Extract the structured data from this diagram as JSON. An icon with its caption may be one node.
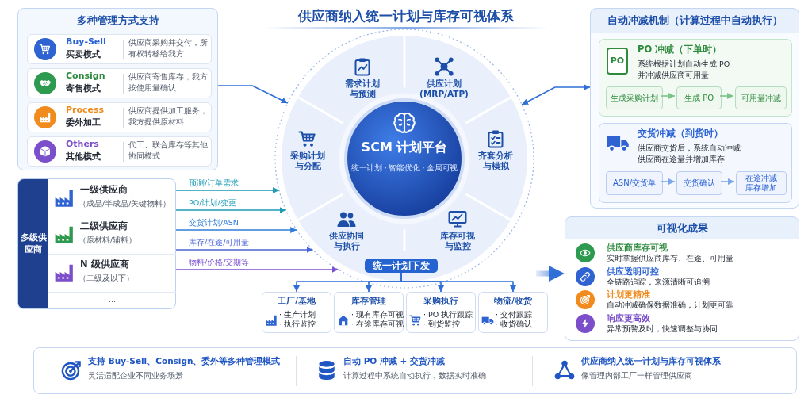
{
  "diagram": {
    "title": "供应商纳入统一计划与库存可视体系",
    "nodes": [
      {
        "text": [
          "多种管理方式支持"
        ]
      },
      {
        "text": [
          "Buy-Sell",
          "买卖模式",
          "供应商采购并交付，所有权转移给我方"
        ],
        "in": 0
      },
      {
        "text": [
          "Consign",
          "寄售模式",
          "供应商寄售库存，我方按使用量确认"
        ],
        "in": 0
      },
      {
        "text": [
          "Process",
          "委外加工",
          "供应商提供加工服务，我方提供原材料"
        ],
        "in": 0
      },
      {
        "text": [
          "Others",
          "其他模式",
          "代工、联合库存等其他协同模式"
        ],
        "in": 0
      },
      {
        "text": [
          "多级供应商"
        ]
      },
      {
        "text": [
          "一级供应商",
          "（成品/半成品/关键物料）"
        ],
        "in": 5
      },
      {
        "text": [
          "二级供应商",
          "（原材料/辅料）"
        ],
        "in": 5
      },
      {
        "text": [
          "N 级供应商",
          "（二级及以下）"
        ],
        "in": 5
      },
      {
        "text": [
          "..."
        ],
        "in": 5
      },
      {
        "text": [],
        "shape": "circle"
      },
      {
        "text": [
          "需求计划与预测"
        ],
        "in": 10
      },
      {
        "text": [
          "供应计划(MRP/ATP)"
        ],
        "in": 10
      },
      {
        "text": [
          "采购计划与分配"
        ],
        "in": 10
      },
      {
        "text": [
          "SCM 计划平台",
          "统一计划 · 智能优化 · 全局可视"
        ],
        "in": 10
      },
      {
        "text": [
          "齐套分析与模拟"
        ],
        "in": 10
      },
      {
        "text": [
          "供应协同与执行"
        ],
        "in": 10
      },
      {
        "text": [
          "库存可视与监控"
        ],
        "in": 10
      },
      {
        "text": [
          "统一计划下发"
        ],
        "in": 10
      },
      {
        "text": [
          "工厂/基地",
          "· 生产计划",
          "· 执行监控"
        ]
      },
      {
        "text": [
          "库存管理",
          "· 现有库存可视",
          "· 在途库存可视"
        ]
      },
      {
        "text": [
          "采购执行",
          "· PO 执行跟踪",
          "· 到货监控"
        ]
      },
      {
        "text": [
          "物流/收货",
          "· 交付跟踪",
          "· 收货确认"
        ]
      },
      {
        "text": [
          "自动冲减机制（计算过程中自动执行）"
        ]
      },
      {
        "text": [
          "PO 冲减（下单时）",
          "系统根据计划自动生成 PO并冲减供应商可用量"
        ],
        "in": 23
      },
      {
        "text": [
          "PO"
        ],
        "in": 24
      },
      {
        "text": [
          "生成采购计划"
        ],
        "in": 24
      },
      {
        "text": [
          "生成 PO"
        ],
        "in": 24
      },
      {
        "text": [
          "可用量冲减"
        ],
        "in": 24
      },
      {
        "text": [
          "交货冲减（到货时）",
          "供应商交货后，系统自动冲减供应商在途量并增加库存"
        ],
        "in": 23
      },
      {
        "text": [
          "ASN/交货单"
        ],
        "in": 29
      },
      {
        "text": [
          "交货确认"
        ],
        "in": 29
      },
      {
        "text": [
          "在途冲减库存增加"
        ],
        "in": 29
      },
      {
        "text": [
          "可视化成果",
          "供应商库存可视",
          "实时掌握供应商库存、在途、可用量",
          "供应透明可控",
          "全链路追踪，来源清晰可追溯",
          "计划更精准",
          "自动冲减确保数据准确，计划更可靠",
          "响应更高效",
          "异常预警及时，快速调整与协同"
        ]
      },
      {
        "text": [
          "支持 Buy-Sell、Consign、委外等多种管理模式",
          "灵活适配企业不同业务场景",
          "自动 PO 冲减 + 交货冲减",
          "计算过程中系统自动执行，数据实时准确",
          "供应商纳入统一计划与库存可视体系",
          "像管理内部工厂一样管理供应商"
        ]
      }
    ],
    "edges": [
      {
        "from": 0,
        "to": 10,
        "arrow": "to"
      },
      {
        "from": 5,
        "to": 10,
        "arrow": "to",
        "label": "预测/订单需求",
        "color": "#1b9bb4"
      },
      {
        "from": 5,
        "to": 10,
        "arrow": "to",
        "label": "PO/计划/变更",
        "color": "#1b9bb4"
      },
      {
        "from": 5,
        "to": 10,
        "arrow": "to",
        "label": "交货计划/ASN",
        "color": "#2f7dd8"
      },
      {
        "from": 5,
        "to": 10,
        "arrow": "to",
        "label": "库存/在途/可用量",
        "color": "#4a63d9"
      },
      {
        "from": 5,
        "to": 10,
        "arrow": "to",
        "label": "物料/价格/交期等",
        "color": "#7c4fd2"
      },
      {
        "from": 10,
        "to": 23,
        "arrow": "both"
      },
      {
        "from": 18,
        "to": 19,
        "arrow": "to"
      },
      {
        "from": 18,
        "to": 20,
        "arrow": "to"
      },
      {
        "from": 18,
        "to": 21,
        "arrow": "to"
      },
      {
        "from": 18,
        "to": 22,
        "arrow": "to"
      },
      {
        "from": 26,
        "to": 27,
        "arrow": "to",
        "color": "#7cc48a"
      },
      {
        "from": 27,
        "to": 28,
        "arrow": "to",
        "color": "#7cc48a"
      },
      {
        "from": 30,
        "to": 31,
        "arrow": "to",
        "color": "#7aa7ea"
      },
      {
        "from": 31,
        "to": 32,
        "arrow": "to",
        "color": "#7aa7ea"
      },
      {
        "from": null,
        "to": 33,
        "arrow": "to",
        "style": "thick"
      }
    ]
  }
}
